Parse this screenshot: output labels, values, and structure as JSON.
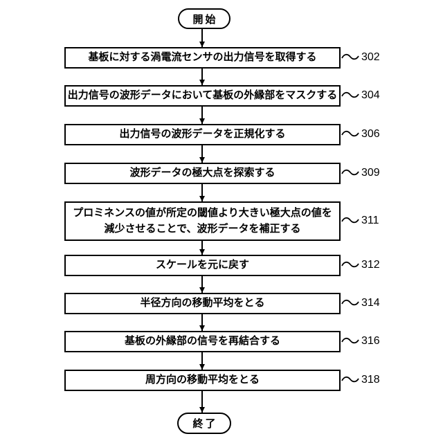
{
  "diagram": {
    "type": "flowchart",
    "start_label": "開始",
    "end_label": "終了",
    "steps": [
      {
        "ref": "302",
        "label": "基板に対する渦電流センサの出力信号を取得する"
      },
      {
        "ref": "304",
        "label": "出力信号の波形データにおいて基板の外縁部をマスクする"
      },
      {
        "ref": "306",
        "label": "出力信号の波形データを正規化する"
      },
      {
        "ref": "309",
        "label": "波形データの極大点を探索する"
      },
      {
        "ref": "311",
        "label": "プロミネンスの値が所定の閾値より大きい極大点の値を\n減少させることで、波形データを補正する"
      },
      {
        "ref": "312",
        "label": "スケールを元に戻す"
      },
      {
        "ref": "314",
        "label": "半径方向の移動平均をとる"
      },
      {
        "ref": "316",
        "label": "基板の外縁部の信号を再結合する"
      },
      {
        "ref": "318",
        "label": "周方向の移動平均をとる"
      }
    ],
    "colors": {
      "line": "#000000",
      "background": "#ffffff",
      "box_fill": "#ffffff",
      "text": "#000000"
    }
  }
}
